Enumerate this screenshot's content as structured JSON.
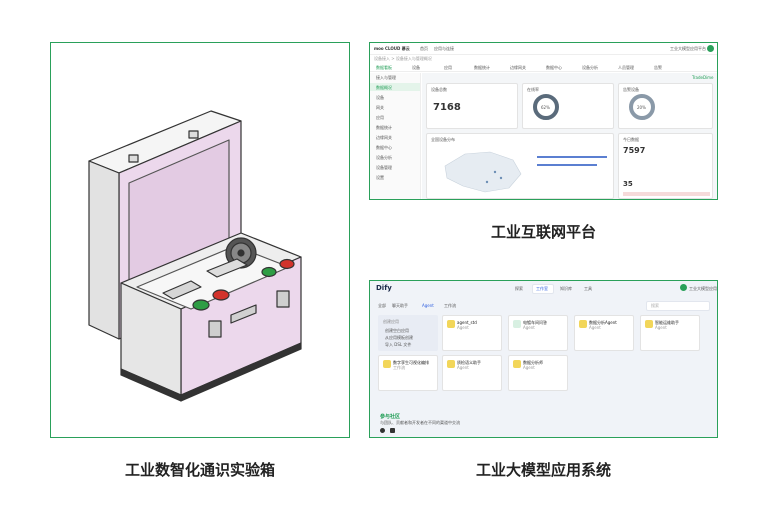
{
  "captions": {
    "box": "工业数智化通识实验箱",
    "iot": "工业互联网平台",
    "dify": "工业大模型应用系统"
  },
  "iot": {
    "brand": "moo CLOUD 慕云",
    "nav_home": "首页",
    "nav_app": "应用与连接",
    "user": "工业大模型应用平台",
    "breadcrumb": "设备接入 > 设备接入与管理概况",
    "tabs": [
      "数据看板",
      "设备",
      "应用",
      "数据统计",
      "边缘网关",
      "数据中心",
      "设备分析",
      "人员管理",
      "告警"
    ],
    "sidebar": [
      "接入与管理",
      "数据概况",
      "设备",
      "网关",
      "应用",
      "数据统计",
      "边缘网关",
      "数据中心",
      "设备分析",
      "设备管理",
      "设置"
    ],
    "stat_total_label": "设备总数",
    "stat_total": "7168",
    "stat_online_label": "在线率",
    "stat_online": "62%",
    "stat_alarm_label": "告警设备",
    "stat_alarm": "20%",
    "stat_today_label": "今日数据",
    "stat_today": "7597",
    "stat_small": "35",
    "map_title": "全国设备分布",
    "status_text": "TradeDime"
  },
  "dify": {
    "brand": "Dify",
    "nav": [
      "探索",
      "工作室",
      "知识库",
      "工具"
    ],
    "user": "工业大模型应用",
    "filters": [
      "全部",
      "聊天助手",
      "Agent",
      "工作流"
    ],
    "search_placeholder": "搜索",
    "create_title": "创建应用",
    "create_items": [
      "创建空白应用",
      "从应用模板创建",
      "导入 DSL 文件"
    ],
    "apps": [
      {
        "name": "agent_std",
        "type": "Agent"
      },
      {
        "name": "电镀车间问答",
        "type": "Agent"
      },
      {
        "name": "数据分析Agent",
        "type": "Agent"
      },
      {
        "name": "智能运维助手",
        "type": "Agent"
      },
      {
        "name": "数字孪生可视化编排",
        "type": "工作流"
      },
      {
        "name": "质检语义助手",
        "type": "Agent"
      },
      {
        "name": "数据分析师",
        "type": "Agent"
      }
    ],
    "community_title": "参与社区",
    "community_text": "与团队、贡献者和开发者在不同的渠道中交流"
  },
  "colors": {
    "frame": "#2aa05a",
    "accent": "#1f9d55",
    "case_pink": "#ecd8ec",
    "dify_blue": "#2f5fe0"
  }
}
